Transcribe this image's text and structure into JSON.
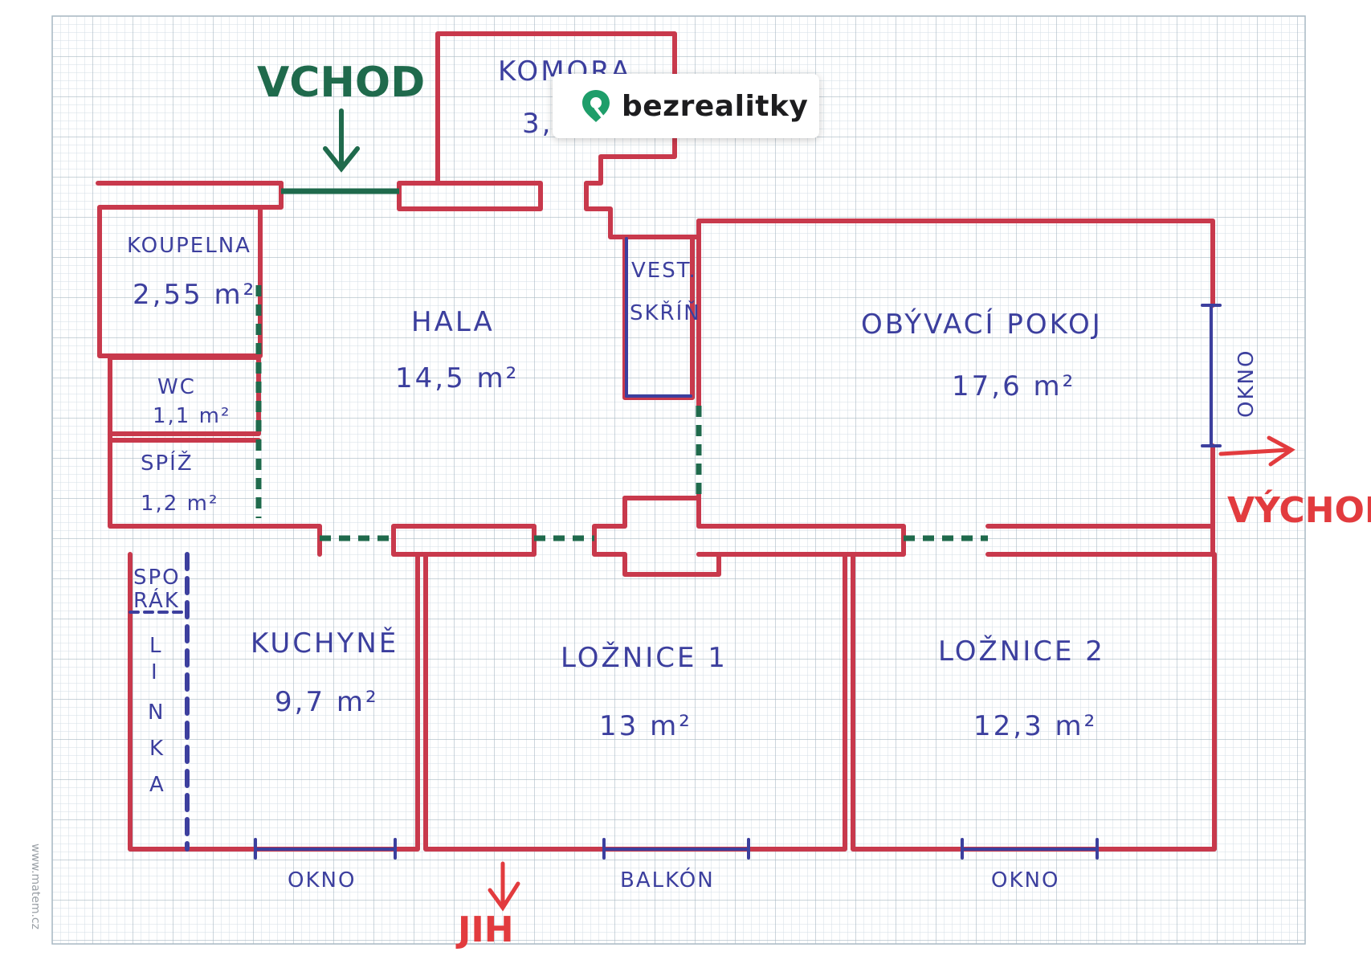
{
  "brand": {
    "name": "bezrealitky",
    "color": "#1e9e6a"
  },
  "colors": {
    "wall": "#c8394c",
    "door": "#1f6a4c",
    "window": "#3c3f9e",
    "compass": "#e23b3e",
    "grid_minor": "#d3dee5",
    "grid_major": "#a9b9c4"
  },
  "compass": {
    "entry": "VCHOD",
    "east": "VÝCHOD",
    "south": "JIH"
  },
  "rooms": {
    "komora": {
      "name": "KOMORA",
      "area": "3,..."
    },
    "koupelna": {
      "name": "KOUPELNA",
      "area": "2,55 m²"
    },
    "hala": {
      "name": "HALA",
      "area": "14,5 m²"
    },
    "wc": {
      "name": "WC",
      "area": "1,1 m²"
    },
    "spiz": {
      "name": "SPÍŽ",
      "area": "1,2 m²"
    },
    "vestavna_skrin": {
      "line1": "VEST.",
      "line2": "SKŘÍŇ"
    },
    "obyvaci_pokoj": {
      "name": "OBÝVACÍ POKOJ",
      "area": "17,6 m²"
    },
    "kuchyne": {
      "name": "KUCHYNĚ",
      "area": "9,7 m²"
    },
    "loznice1": {
      "name": "LOŽNICE 1",
      "area": "13 m²"
    },
    "loznice2": {
      "name": "LOŽNICE 2",
      "area": "12,3 m²"
    }
  },
  "fixtures": {
    "stove_line1": "SPO",
    "stove_line2": "RÁK",
    "counter_letters": [
      "L",
      "I",
      "N",
      "K",
      "A"
    ]
  },
  "openings": {
    "window_kitchen": "OKNO",
    "balcony": "BALKÓN",
    "window_bedroom2": "OKNO",
    "window_living": "OKNO"
  },
  "watermark": "www.matem.cz"
}
